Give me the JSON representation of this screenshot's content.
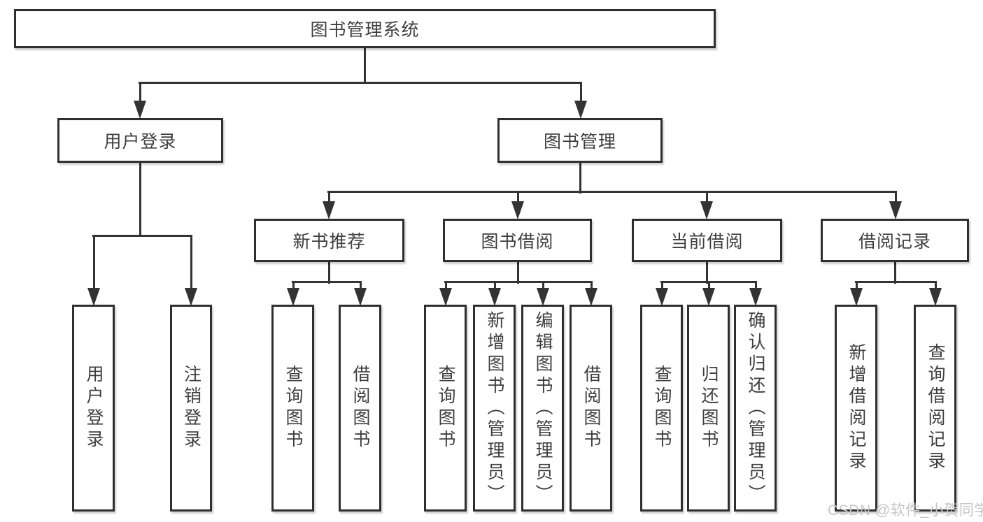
{
  "diagram": {
    "nodes": {
      "root": "图书管理系统",
      "user_login": "用户登录",
      "book_mgmt": "图书管理",
      "new_book": "新书推荐",
      "book_borrow": "图书借阅",
      "current_borrow": "当前借阅",
      "borrow_records": "借阅记录",
      "leaf_user_login": "用户登录",
      "leaf_logout": "注销登录",
      "leaf_query_book_1": "查询图书",
      "leaf_borrow_book_1": "借阅图书",
      "leaf_query_book_2": "查询图书",
      "leaf_add_book": "新增图书（管理员）",
      "leaf_edit_book": "编辑图书（管理员）",
      "leaf_borrow_book_2": "借阅图书",
      "leaf_query_book_3": "查询图书",
      "leaf_return_book": "归还图书",
      "leaf_confirm_return": "确认归还（管理员）",
      "leaf_add_record": "新增借阅记录",
      "leaf_query_record": "查询借阅记录"
    },
    "watermark": "CSDN @软件_小贺同学",
    "colors": {
      "line": "#333333",
      "border": "#2f2f2f",
      "text": "#3f3f3f",
      "watermark": "#c6c6c6",
      "background": "#ffffff"
    }
  }
}
